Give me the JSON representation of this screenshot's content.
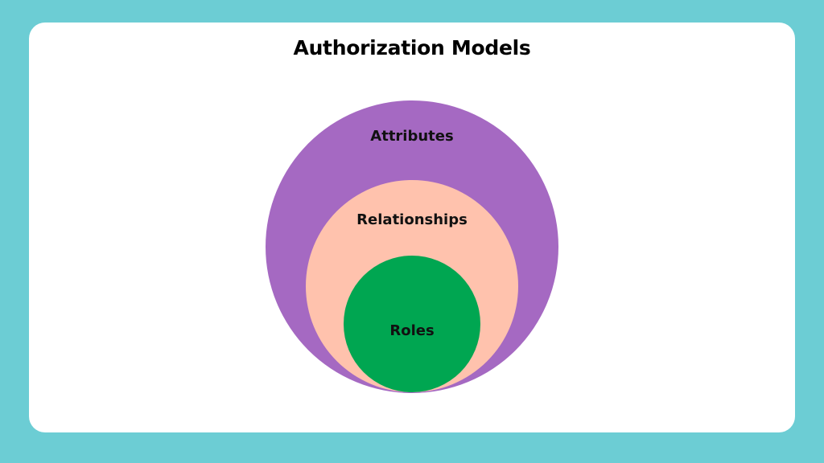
{
  "title": "Authorization Models",
  "colors": {
    "frame": "#6ccdd4",
    "card": "#ffffff",
    "attributes": "#a569c2",
    "relationships": "#ffc2ad",
    "roles": "#00a651"
  },
  "layers": [
    {
      "label": "Attributes",
      "color_key": "attributes"
    },
    {
      "label": "Relationships",
      "color_key": "relationships"
    },
    {
      "label": "Roles",
      "color_key": "roles"
    }
  ]
}
